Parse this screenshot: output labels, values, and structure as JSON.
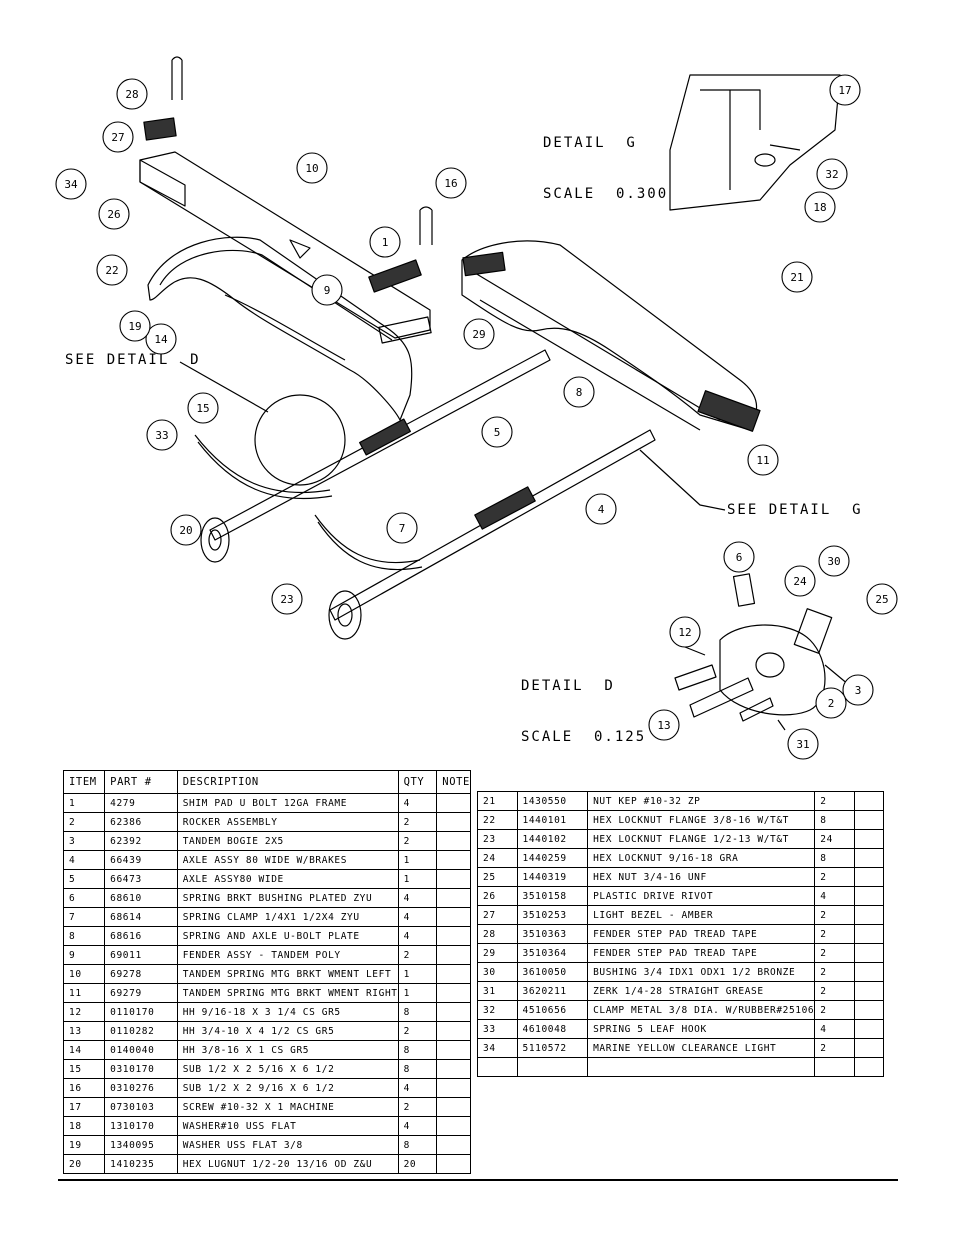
{
  "detail_g": {
    "line1": "DETAIL  G",
    "line2": "SCALE  0.300"
  },
  "detail_d": {
    "line1": "DETAIL  D",
    "line2": "SCALE  0.125"
  },
  "see_detail_d": "SEE DETAIL  D",
  "see_detail_g": "SEE DETAIL  G",
  "callouts": [
    "1",
    "3",
    "4",
    "5",
    "6",
    "7",
    "8",
    "9",
    "10",
    "11",
    "12",
    "13",
    "14",
    "15",
    "16",
    "17",
    "18",
    "19",
    "20",
    "21",
    "22",
    "23",
    "24",
    "25",
    "26",
    "27",
    "28",
    "29",
    "30",
    "31",
    "32",
    "33",
    "34",
    "2"
  ],
  "table_headers": {
    "item": "ITEM",
    "part": "PART #",
    "desc": "DESCRIPTION",
    "qty": "QTY",
    "note": "NOTE"
  },
  "parts_left": [
    {
      "item": "1",
      "part": "4279",
      "desc": "SHIM PAD   U BOLT 12GA FRAME",
      "qty": "4"
    },
    {
      "item": "2",
      "part": "62386",
      "desc": "ROCKER ASSEMBLY",
      "qty": "2"
    },
    {
      "item": "3",
      "part": "62392",
      "desc": "TANDEM BOGIE   2X5",
      "qty": "2"
    },
    {
      "item": "4",
      "part": "66439",
      "desc": "AXLE ASSY 80 WIDE W/BRAKES",
      "qty": "1"
    },
    {
      "item": "5",
      "part": "66473",
      "desc": "AXLE ASSY80 WIDE",
      "qty": "1"
    },
    {
      "item": "6",
      "part": "68610",
      "desc": "SPRING BRKT BUSHING PLATED ZYU",
      "qty": "4"
    },
    {
      "item": "7",
      "part": "68614",
      "desc": "SPRING CLAMP   1/4X1 1/2X4  ZYU",
      "qty": "4"
    },
    {
      "item": "8",
      "part": "68616",
      "desc": "SPRING AND AXLE U-BOLT PLATE",
      "qty": "4"
    },
    {
      "item": "9",
      "part": "69011",
      "desc": "FENDER ASSY - TANDEM POLY",
      "qty": "2"
    },
    {
      "item": "10",
      "part": "69278",
      "desc": "TANDEM SPRING MTG BRKT WMENT LEFT",
      "qty": "1"
    },
    {
      "item": "11",
      "part": "69279",
      "desc": "TANDEM SPRING MTG BRKT WMENT RIGHT",
      "qty": "1"
    },
    {
      "item": "12",
      "part": "0110170",
      "desc": "HH 9/16-18 X 3 1/4 CS GR5",
      "qty": "8"
    },
    {
      "item": "13",
      "part": "0110282",
      "desc": "HH 3/4-10 X 4 1/2 CS GR5",
      "qty": "2"
    },
    {
      "item": "14",
      "part": "0140040",
      "desc": "HH 3/8-16 X 1 CS GR5",
      "qty": "8"
    },
    {
      "item": "15",
      "part": "0310170",
      "desc": "SUB 1/2 X 2 5/16 X 6 1/2",
      "qty": "8"
    },
    {
      "item": "16",
      "part": "0310276",
      "desc": "SUB 1/2 X 2 9/16 X 6 1/2",
      "qty": "4"
    },
    {
      "item": "17",
      "part": "0730103",
      "desc": "SCREW #10-32 X 1 MACHINE",
      "qty": "2"
    },
    {
      "item": "18",
      "part": "1310170",
      "desc": "WASHER#10 USS FLAT",
      "qty": "4"
    },
    {
      "item": "19",
      "part": "1340095",
      "desc": "WASHER USS FLAT 3/8",
      "qty": "8"
    },
    {
      "item": "20",
      "part": "1410235",
      "desc": "HEX LUGNUT 1/2-20 13/16 OD Z&U",
      "qty": "20"
    }
  ],
  "parts_right": [
    {
      "item": "21",
      "part": "1430550",
      "desc": "NUT KEP #10-32 ZP",
      "qty": "2"
    },
    {
      "item": "22",
      "part": "1440101",
      "desc": "HEX LOCKNUT FLANGE 3/8-16 W/T&T",
      "qty": "8"
    },
    {
      "item": "23",
      "part": "1440102",
      "desc": "HEX LOCKNUT FLANGE 1/2-13 W/T&T",
      "qty": "24"
    },
    {
      "item": "24",
      "part": "1440259",
      "desc": "HEX LOCKNUT 9/16-18 GRA",
      "qty": "8"
    },
    {
      "item": "25",
      "part": "1440319",
      "desc": "HEX NUT 3/4-16 UNF",
      "qty": "2"
    },
    {
      "item": "26",
      "part": "3510158",
      "desc": "PLASTIC DRIVE RIVOT",
      "qty": "4"
    },
    {
      "item": "27",
      "part": "3510253",
      "desc": "LIGHT BEZEL - AMBER",
      "qty": "2"
    },
    {
      "item": "28",
      "part": "3510363",
      "desc": "FENDER STEP PAD TREAD TAPE",
      "qty": "2"
    },
    {
      "item": "29",
      "part": "3510364",
      "desc": "FENDER STEP PAD TREAD TAPE",
      "qty": "2"
    },
    {
      "item": "30",
      "part": "3610050",
      "desc": "BUSHING  3/4 IDX1 ODX1 1/2 BRONZE",
      "qty": "2"
    },
    {
      "item": "31",
      "part": "3620211",
      "desc": "ZERK  1/4-28 STRAIGHT GREASE",
      "qty": "2"
    },
    {
      "item": "32",
      "part": "4510656",
      "desc": "CLAMP METAL 3/8 DIA. W/RUBBER#25106",
      "qty": "2"
    },
    {
      "item": "33",
      "part": "4610048",
      "desc": "SPRING  5 LEAF HOOK",
      "qty": "4"
    },
    {
      "item": "34",
      "part": "5110572",
      "desc": "MARINE YELLOW CLEARANCE LIGHT",
      "qty": "2"
    },
    {
      "item": "",
      "part": "",
      "desc": "",
      "qty": ""
    }
  ]
}
